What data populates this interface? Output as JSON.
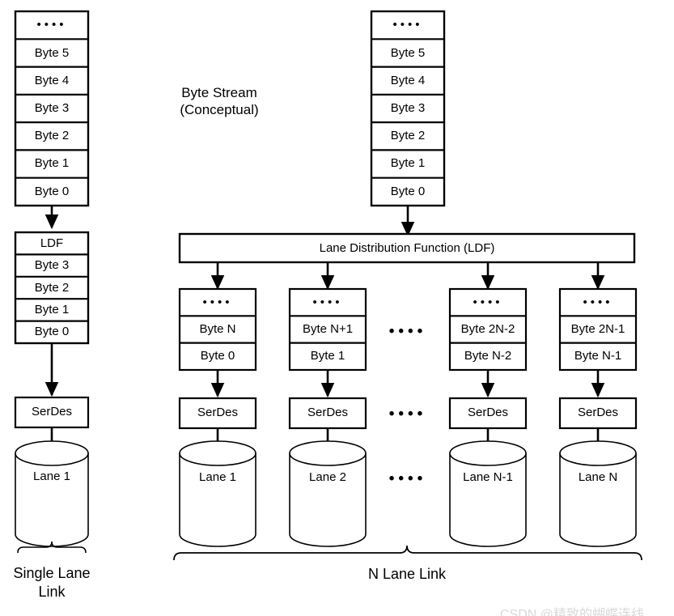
{
  "diagram": {
    "title_label": "Byte Stream\n(Conceptual)",
    "ellipsis_glyph": "••••",
    "left": {
      "caption": "Single Lane\nLink",
      "stream_cells": [
        "••••",
        "Byte 5",
        "Byte 4",
        "Byte 3",
        "Byte 2",
        "Byte 1",
        "Byte 0"
      ],
      "ldf_cells": [
        "LDF",
        "Byte 3",
        "Byte 2",
        "Byte 1",
        "Byte 0"
      ],
      "serdes_label": "SerDes",
      "lane_label": "Lane 1"
    },
    "right": {
      "caption": "N Lane Link",
      "stream_cells": [
        "••••",
        "Byte 5",
        "Byte 4",
        "Byte 3",
        "Byte 2",
        "Byte 1",
        "Byte 0"
      ],
      "ldf_label": "Lane Distribution Function (LDF)",
      "lanes": [
        {
          "top": "••••",
          "mid": "Byte N",
          "bot": "Byte 0",
          "serdes": "SerDes",
          "lane": "Lane 1"
        },
        {
          "top": "••••",
          "mid": "Byte N+1",
          "bot": "Byte 1",
          "serdes": "SerDes",
          "lane": "Lane 2"
        },
        {
          "top": "••••",
          "mid": "Byte 2N-2",
          "bot": "Byte N-2",
          "serdes": "SerDes",
          "lane": "Lane N-1"
        },
        {
          "top": "••••",
          "mid": "Byte 2N-1",
          "bot": "Byte N-1",
          "serdes": "SerDes",
          "lane": "Lane N"
        }
      ],
      "gap_ellipsis": [
        "••••",
        "••••",
        "••••"
      ]
    },
    "watermark": "CSDN @精致的蝴蝶连线"
  },
  "colors": {
    "stroke": "#000000",
    "background": "#ffffff",
    "watermark": "#d9d9d9"
  }
}
